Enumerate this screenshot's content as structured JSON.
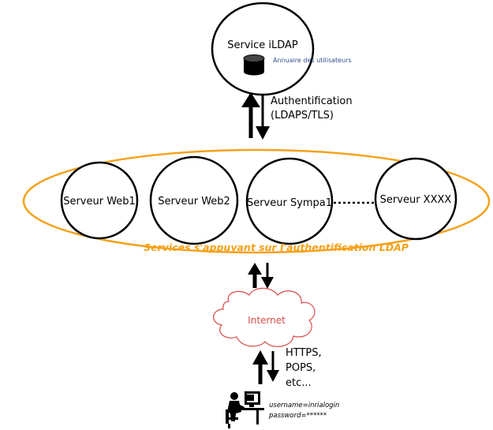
{
  "ldap": {
    "title": "Service iLDAP",
    "annuaire": "Annuaire des utilisateurs"
  },
  "auth": {
    "line1": "Authentification",
    "line2": "(LDAPS/TLS)"
  },
  "servers": [
    {
      "label": "Serveur Web1"
    },
    {
      "label": "Serveur Web2"
    },
    {
      "label": "Serveur Sympa1"
    },
    {
      "label": "Serveur XXXX"
    }
  ],
  "services_caption": "Services s'appuyant sur l'authentification LDAP",
  "internet": "Internet",
  "protocols": [
    "HTTPS,",
    "POPS,",
    "etc..."
  ],
  "user": {
    "username": "username=inrialogin",
    "password": "password=******"
  },
  "colors": {
    "accent_orange": "#f5a11a",
    "cloud_red": "#d84a4a",
    "annuaire_blue": "#2f4f8f"
  }
}
